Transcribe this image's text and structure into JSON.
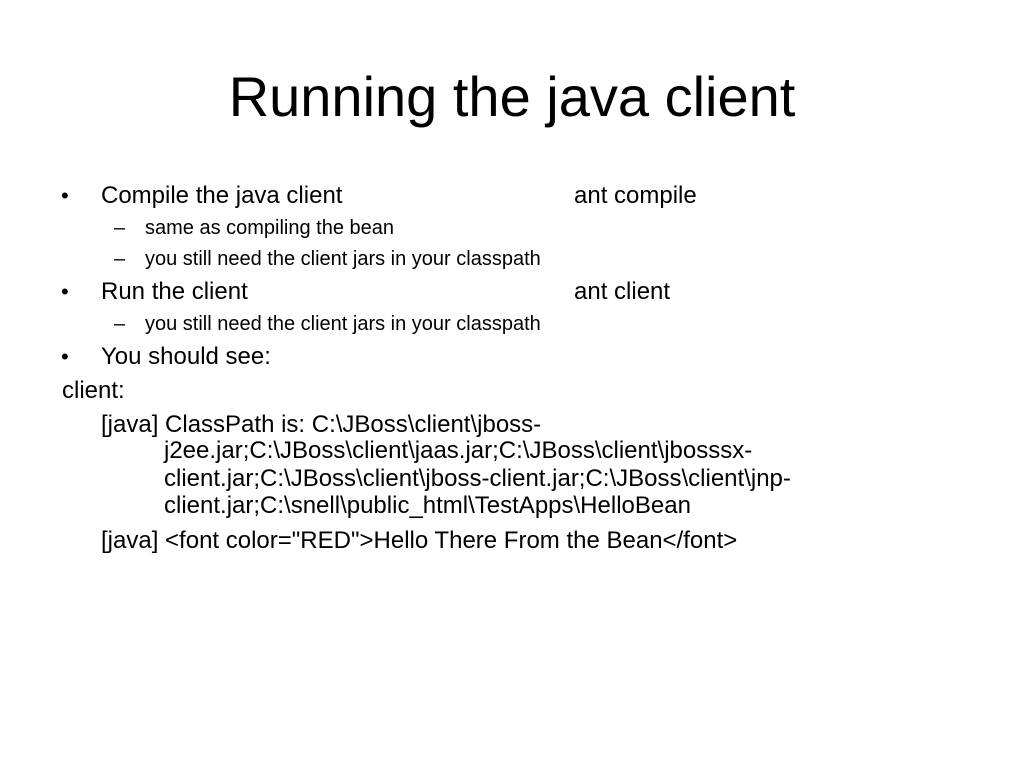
{
  "slide": {
    "title": "Running the java client",
    "bullet_symbol": "•",
    "dash_symbol": "–",
    "items": [
      {
        "text": "Compile the java client",
        "command": "ant compile",
        "subitems": [
          "same as compiling the bean",
          "you still need the client jars in your classpath"
        ]
      },
      {
        "text": "Run the client",
        "command": "ant client",
        "subitems": [
          "you still need the client jars in your classpath"
        ]
      },
      {
        "text": "You should see:"
      }
    ],
    "output": {
      "label": "client:",
      "classpath_lines": [
        "[java] ClassPath is: C:\\JBoss\\client\\jboss-",
        "j2ee.jar;C:\\JBoss\\client\\jaas.jar;C:\\JBoss\\client\\jbosssx-",
        "client.jar;C:\\JBoss\\client\\jboss-client.jar;C:\\JBoss\\client\\jnp-",
        "client.jar;C:\\snell\\public_html\\TestApps\\HelloBean"
      ],
      "hello_line": "[java] <font color=\"RED\">Hello There From the Bean</font>"
    }
  }
}
